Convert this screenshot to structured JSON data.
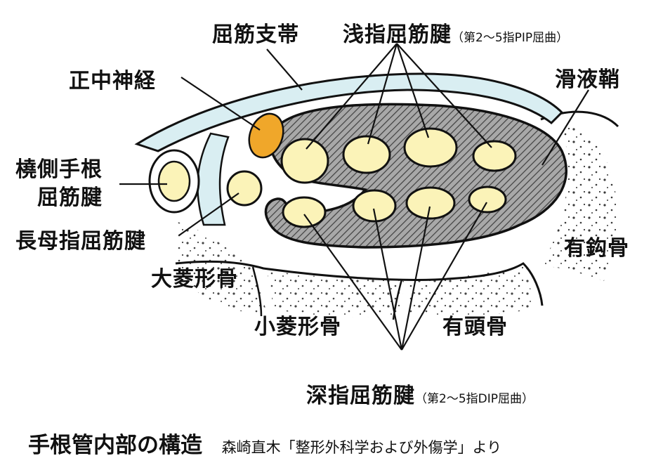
{
  "labels": {
    "flexor_retinaculum": "屈筋支帯",
    "fds": "浅指屈筋腱",
    "fds_note": "（第2～5指PIP屈曲）",
    "median_nerve": "正中神経",
    "synovial_sheath": "滑液鞘",
    "fcr_line1": "橈側手根",
    "fcr_line2": "屈筋腱",
    "fpl": "長母指屈筋腱",
    "hamate": "有鈎骨",
    "trapezium": "大菱形骨",
    "trapezoid": "小菱形骨",
    "capitate": "有頭骨",
    "fdp": "深指屈筋腱",
    "fdp_note": "（第2～5指DIP屈曲）"
  },
  "caption": {
    "title": "手根管内部の構造",
    "credit": "森崎直木「整形外科学および外傷学」より"
  },
  "colors": {
    "tendon": "#fbf3b8",
    "nerve": "#f0a72a",
    "sheath": "#7f7f7f",
    "retinaculum": "#d9eef2",
    "outline": "#111111"
  }
}
